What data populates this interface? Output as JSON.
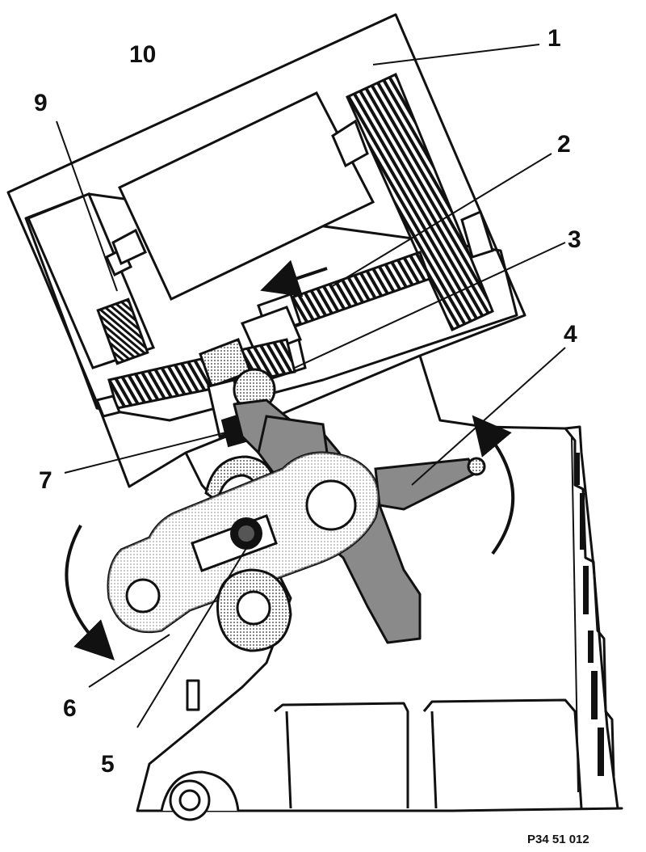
{
  "figure_code": "P34 51 012",
  "callouts": [
    {
      "label": "1"
    },
    {
      "label": "2"
    },
    {
      "label": "3"
    },
    {
      "label": "4"
    },
    {
      "label": "5"
    },
    {
      "label": "6"
    },
    {
      "label": "7"
    },
    {
      "label": "9"
    },
    {
      "label": "10"
    }
  ],
  "colors": {
    "line": "#111111",
    "shaded_part": "#8a8a8a",
    "light_part": "#d4d4d4",
    "background": "#ffffff"
  }
}
